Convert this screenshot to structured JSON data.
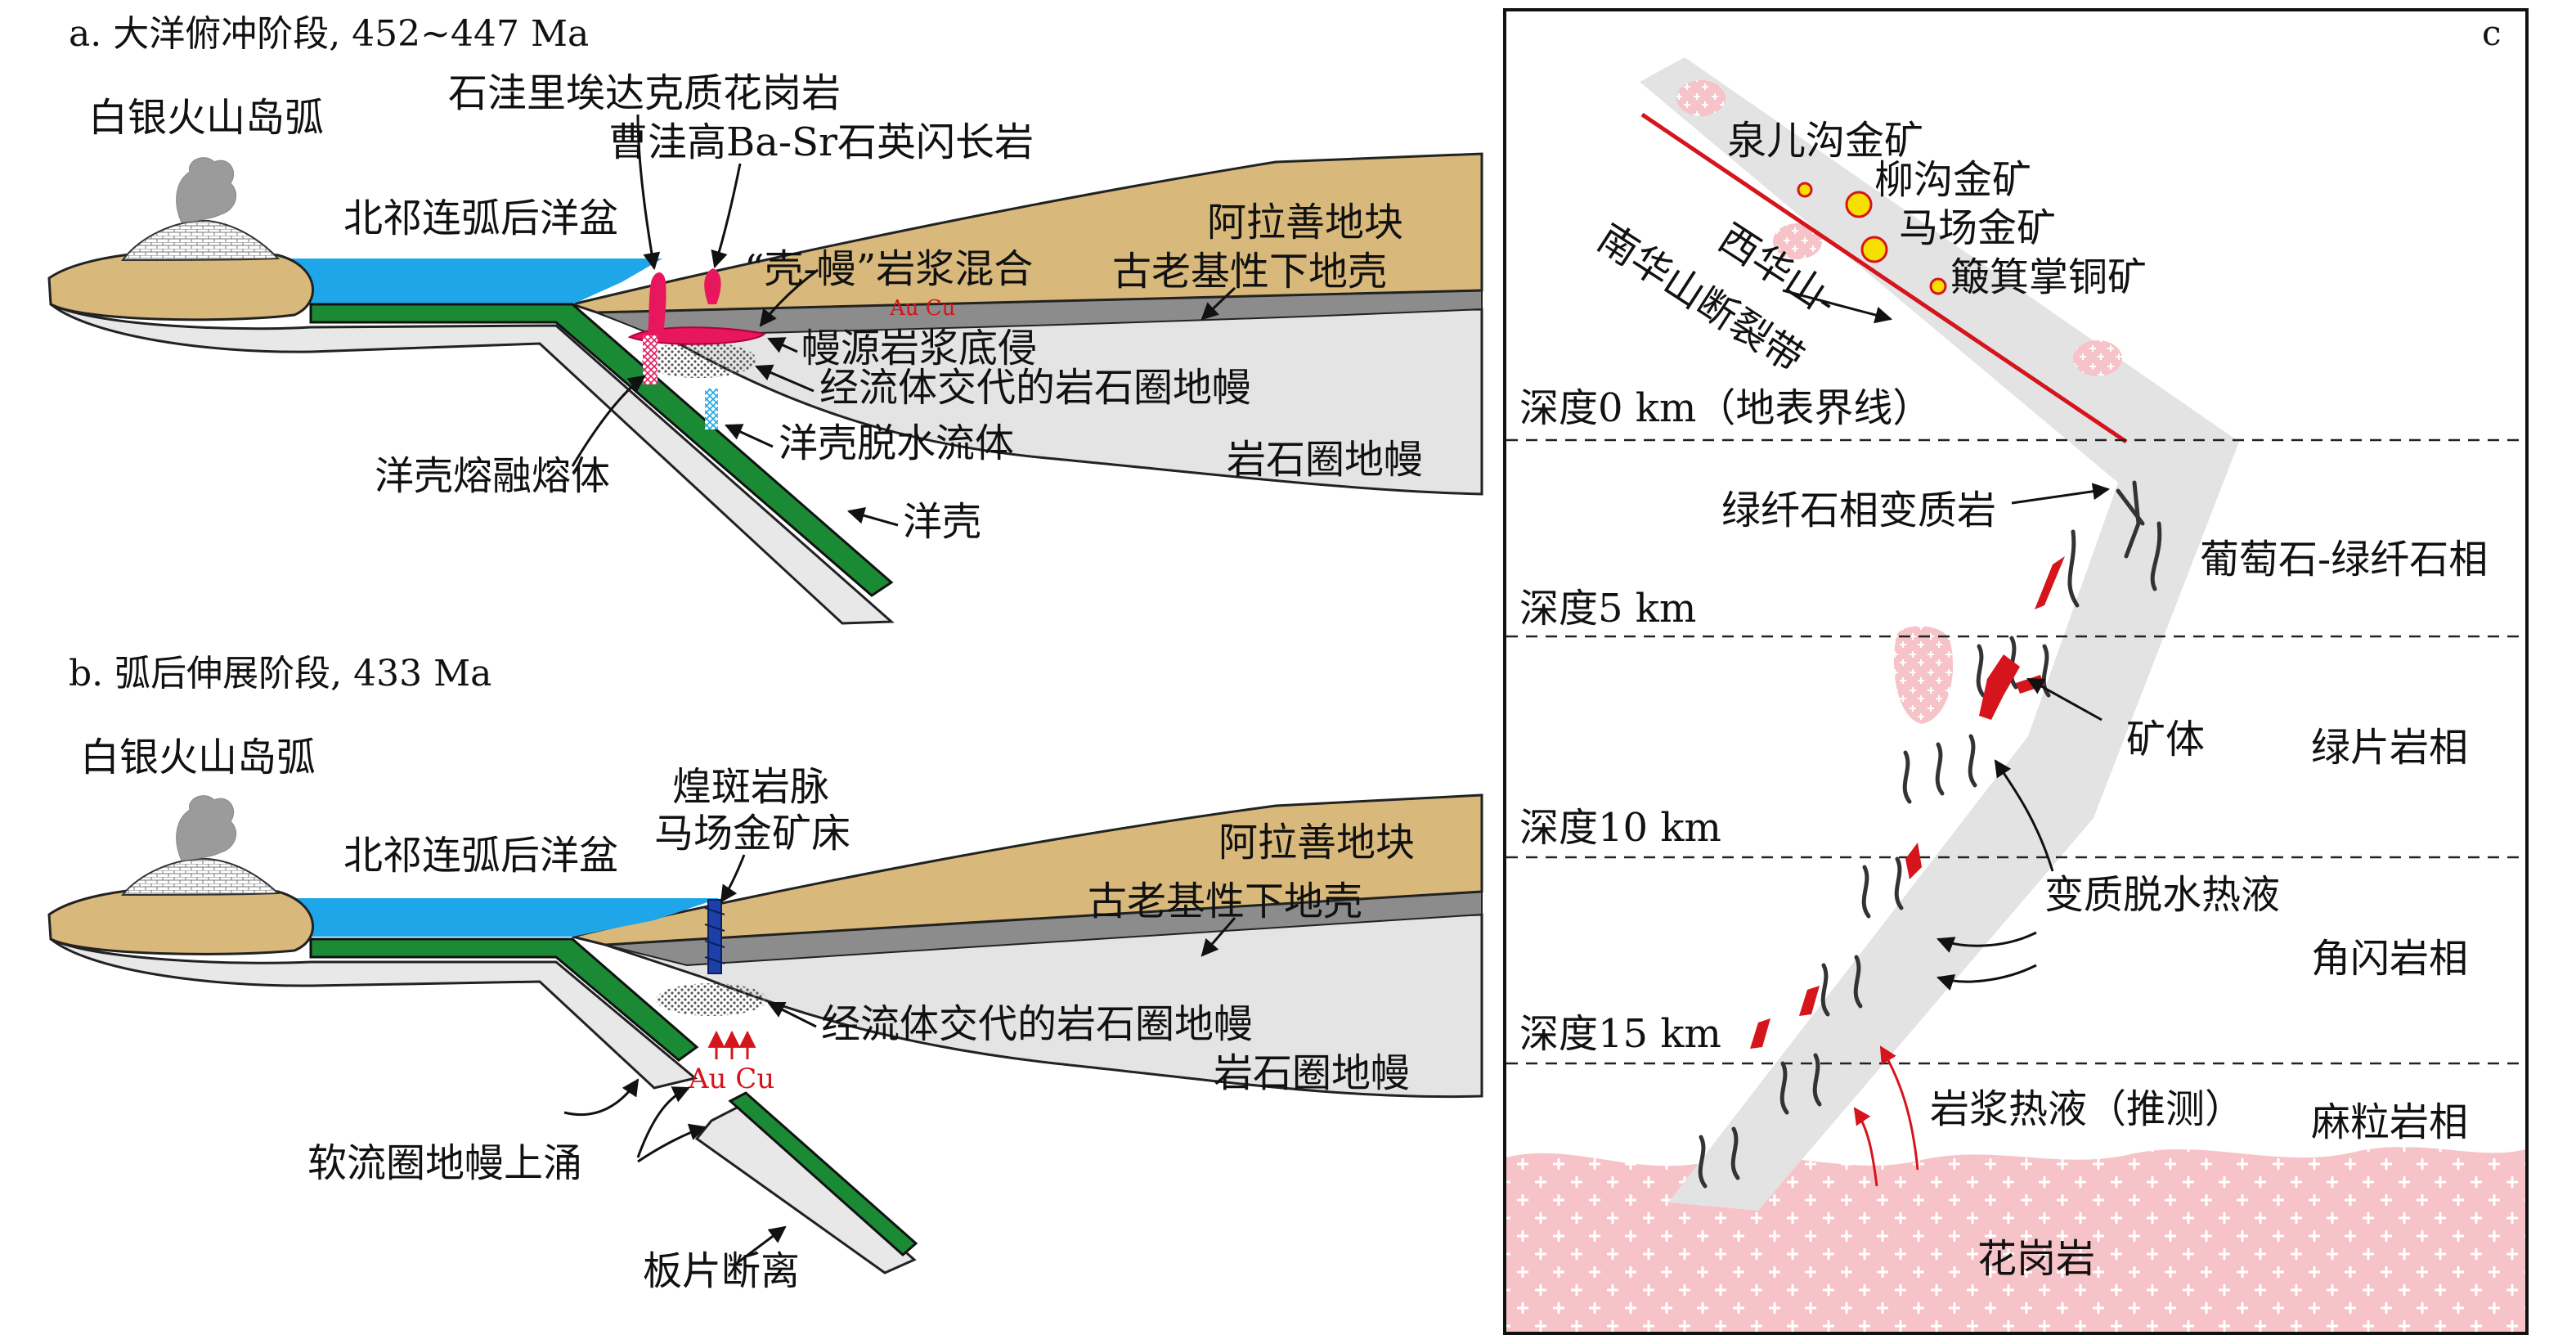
{
  "panel_a": {
    "caption": "a. 大洋俯冲阶段, 452~447 Ma",
    "labels": {
      "arc": "白银火山岛弧",
      "shiwa": "石洼里埃达克质花岗岩",
      "caowa": "曹洼高Ba-Sr石英闪长岩",
      "basin": "北祁连弧后洋盆",
      "alashan": "阿拉善地块",
      "mixing": "“壳-幔”岩浆混合",
      "lowercrust": "古老基性下地壳",
      "aucu": "Au  Cu",
      "underplating": "幔源岩浆底侵",
      "metasomatized": "经流体交代的岩石圈地幔",
      "dehydration": "洋壳脱水流体",
      "melt": "洋壳熔融熔体",
      "mantle": "岩石圈地幔",
      "crust": "洋壳"
    }
  },
  "panel_b": {
    "caption": "b. 弧后伸展阶段, 433 Ma",
    "labels": {
      "arc": "白银火山岛弧",
      "lamprophyre": "煌斑岩脉",
      "deposit": "马场金矿床",
      "basin": "北祁连弧后洋盆",
      "alashan": "阿拉善地块",
      "lowercrust": "古老基性下地壳",
      "metasomatized": "经流体交代的岩石圈地幔",
      "aucu": "Au Cu",
      "mantle": "岩石圈地幔",
      "upwelling": "软流圈地幔上涌",
      "breakoff": "板片断离"
    }
  },
  "panel_c": {
    "letter": "c",
    "mines": {
      "quaner": "泉儿沟金矿",
      "liugou": "柳沟金矿",
      "machang": "马场金矿",
      "bojizhang": "簸箕掌铜矿"
    },
    "fault_line1": "西华山-",
    "fault_line2": "南华山断裂带",
    "depths": {
      "d0": "深度0 km（地表界线）",
      "d5": "深度5 km",
      "d10": "深度10 km",
      "d15": "深度15 km"
    },
    "labels": {
      "greenschist_rock": "绿纤石相变质岩",
      "orebody": "矿体",
      "metamorphic_fluid": "变质脱水热液",
      "magmatic_fluid": "岩浆热液（推测）",
      "granite": "花岗岩"
    },
    "facies": {
      "prehnite": "葡萄石-绿纤石相",
      "greenschist": "绿片岩相",
      "amphibolite": "角闪岩相",
      "granulite": "麻粒岩相"
    },
    "colors": {
      "fault": "#d6141c",
      "granite": "#f6c3c9",
      "zone": "#e3e3e3"
    }
  },
  "colors": {
    "sea": "#1ea6e8",
    "block": "#d8b97b",
    "lower_crust": "#8c8c8c",
    "mantle": "#e4e4e4",
    "slab": "#1a8a35",
    "melt": "#e8175d"
  }
}
